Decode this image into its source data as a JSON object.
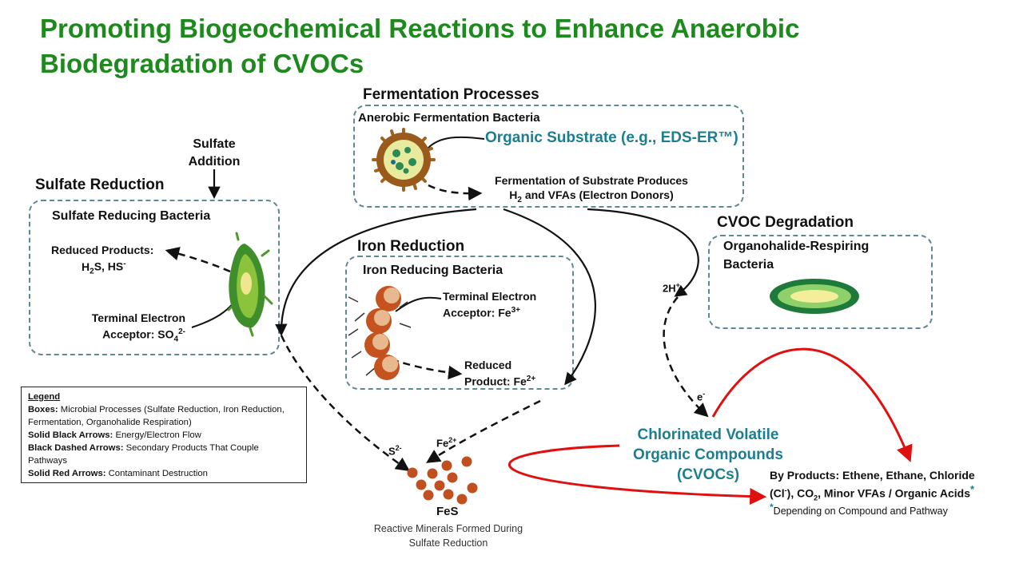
{
  "title_line1": "Promoting Biogeochemical Reactions to Enhance Anaerobic",
  "title_line2": "Biodegradation of CVOCs",
  "fermentation": {
    "section": "Fermentation Processes",
    "bacteria": "Anerobic Fermentation Bacteria",
    "substrate": "Organic Substrate (e.g., EDS-ER™)",
    "produces_line1": "Fermentation of Substrate Produces",
    "produces_line2_pre": "H",
    "produces_line2_sub": "2",
    "produces_line2_post": " and VFAs (Electron Donors)"
  },
  "sulfate": {
    "addition_line1": "Sulfate",
    "addition_line2": "Addition",
    "section": "Sulfate Reduction",
    "bacteria": "Sulfate Reducing Bacteria",
    "reduced_line1": "Reduced Products:",
    "reduced_h": "H",
    "reduced_sub": "2",
    "reduced_s": "S, HS",
    "reduced_sup": "-",
    "tea_line1": "Terminal Electron",
    "tea_line2": "Acceptor: SO",
    "tea_sub": "4",
    "tea_sup": "2-"
  },
  "iron": {
    "section": "Iron Reduction",
    "bacteria": "Iron Reducing Bacteria",
    "tea_line1": "Terminal Electron",
    "tea_line2": "Acceptor: Fe",
    "tea_sup": "3+",
    "reduced_line1": "Reduced",
    "reduced_line2": "Product:  Fe",
    "reduced_sup": "2+"
  },
  "cvoc_degradation": {
    "section": "CVOC Degradation",
    "bacteria_line1": "Organohalide-Respiring",
    "bacteria_line2": "Bacteria",
    "h_label": "2H",
    "h_sup": "+",
    "e_label": "e",
    "e_sup": "-"
  },
  "cvocs": {
    "line1": "Chlorinated Volatile",
    "line2": "Organic Compounds",
    "line3": "(CVOCs)"
  },
  "byproducts": {
    "line1": "By Products:  Ethene, Ethane, Chloride",
    "line2_a": "(Cl",
    "line2_sup": "-",
    "line2_b": "), CO",
    "line2_sub": "2",
    "line2_c": ", Minor VFAs / Organic Acids",
    "asterisk": "*",
    "note": "Depending on Compound and Pathway"
  },
  "fes": {
    "s_label": "S",
    "s_sup": "2-",
    "fe_label": "Fe",
    "fe_sup": "2+",
    "name": "FeS",
    "caption_line1": "Reactive Minerals Formed During",
    "caption_line2": "Sulfate Reduction"
  },
  "legend": {
    "title": "Legend",
    "boxes_key": "Boxes:",
    "boxes_text": " Microbial Processes (Sulfate Reduction, Iron Reduction, Fermentation, Organohalide Respiration)",
    "solid_key": "Solid Black Arrows:",
    "solid_text": " Energy/Electron Flow",
    "dashed_key": "Black Dashed Arrows:",
    "dashed_text": " Secondary Products That Couple Pathways",
    "red_key": "Solid Red Arrows:",
    "red_text": " Contaminant Destruction"
  },
  "colors": {
    "title_green": "#1e8a1e",
    "teal": "#1d7d91",
    "box_border": "#5b8a93",
    "red_arrow": "#e01010",
    "mineral": "#c0501f"
  }
}
